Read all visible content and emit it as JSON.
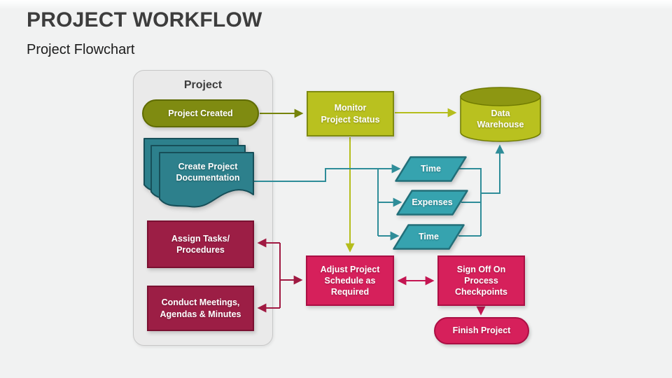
{
  "slide": {
    "title": "PROJECT WORKFLOW",
    "subtitle": "Project Flowchart"
  },
  "group": {
    "label": "Project"
  },
  "nodes": {
    "project_created": "Project Created",
    "create_documentation": "Create Project\nDocumentation",
    "assign_tasks": "Assign Tasks/\nProcedures",
    "conduct_meetings": "Conduct Meetings,\nAgendas & Minutes",
    "monitor_status": "Monitor\nProject Status",
    "data_warehouse": "Data\nWarehouse",
    "time_1": "Time",
    "expenses": "Expenses",
    "time_2": "Time",
    "adjust_schedule": "Adjust Project\nSchedule as\nRequired",
    "sign_off": "Sign Off On\nProcess\nCheckpoints",
    "finish_project": "Finish Project"
  },
  "palette": {
    "olive": "#7f8b11",
    "olive_dark": "#5f6b00",
    "lime": "#b9c11f",
    "teal_fill": "#36a3af",
    "teal_document": "#2d808c",
    "teal_edge": "#2f8d99",
    "maroon": "#9c1e45",
    "crimson": "#d6205b",
    "edge_maroon": "#a01a42",
    "edge_crimson": "#c41652",
    "background": "#f1f2f2"
  }
}
